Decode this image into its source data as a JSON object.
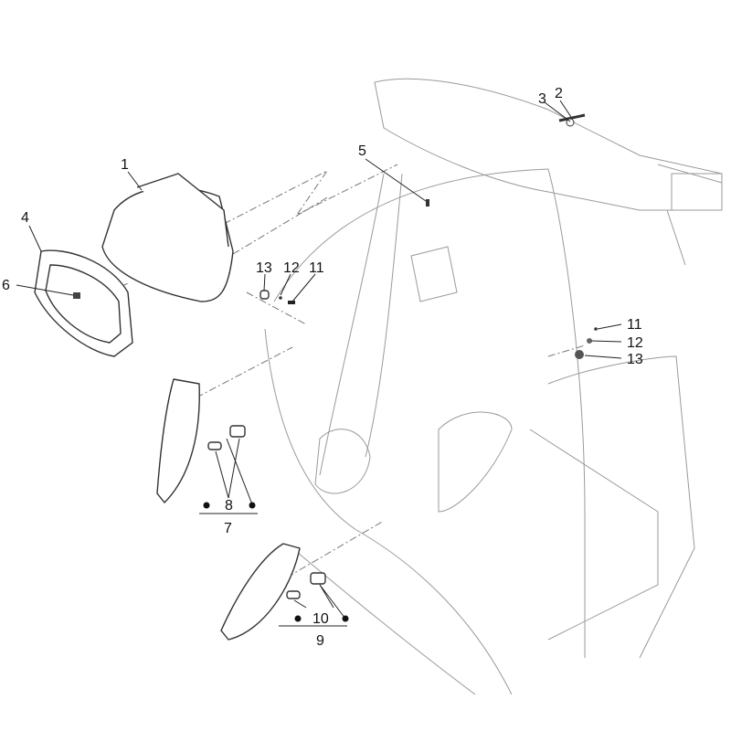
{
  "diagram": {
    "labels": {
      "p1": "1",
      "p2": "2",
      "p3": "3",
      "p4": "4",
      "p5": "5",
      "p6": "6",
      "p7": "7",
      "p8": "8",
      "p9": "9",
      "p10": "10",
      "p11a": "11",
      "p12a": "12",
      "p13a": "13",
      "p11b": "11",
      "p12b": "12",
      "p13b": "13"
    }
  }
}
